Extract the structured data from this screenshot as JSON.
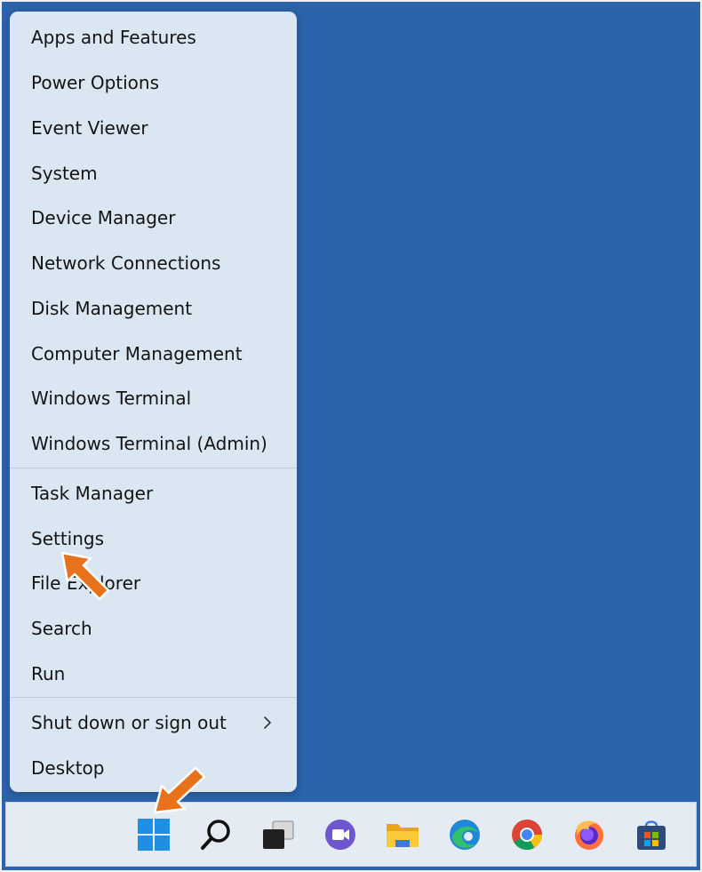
{
  "menu": {
    "group1": [
      {
        "label": "Apps and Features"
      },
      {
        "label": "Power Options"
      },
      {
        "label": "Event Viewer"
      },
      {
        "label": "System"
      },
      {
        "label": "Device Manager"
      },
      {
        "label": "Network Connections"
      },
      {
        "label": "Disk Management"
      },
      {
        "label": "Computer Management"
      },
      {
        "label": "Windows Terminal"
      },
      {
        "label": "Windows Terminal (Admin)"
      }
    ],
    "group2": [
      {
        "label": "Task Manager"
      },
      {
        "label": "Settings"
      },
      {
        "label": "File Explorer"
      },
      {
        "label": "Search"
      },
      {
        "label": "Run"
      }
    ],
    "group3": [
      {
        "label": "Shut down or sign out",
        "has_submenu": true
      },
      {
        "label": "Desktop"
      }
    ],
    "submenu_glyph": "›"
  },
  "taskbar": {
    "icons": [
      "start-icon",
      "search-icon",
      "task-view-icon",
      "teams-chat-icon",
      "file-explorer-icon",
      "edge-icon",
      "chrome-icon",
      "firefox-icon",
      "store-icon"
    ]
  },
  "colors": {
    "desktop": "#2b64aa",
    "menu_bg": "#dbe6f3",
    "arrow": "#e8721c"
  }
}
